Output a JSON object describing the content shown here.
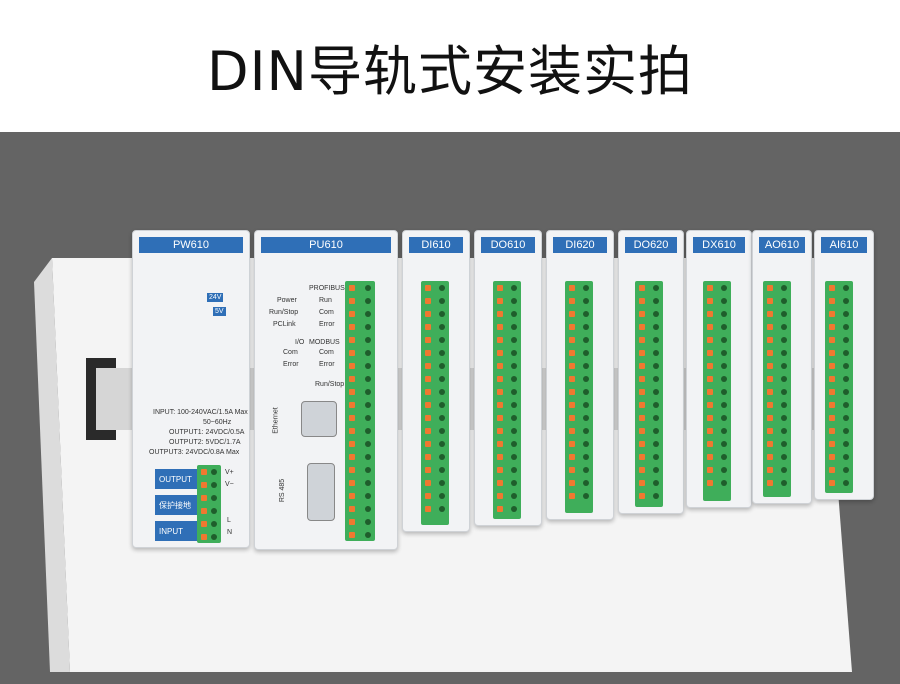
{
  "header": {
    "title": "DIN导轨式安装实拍"
  },
  "photo": {
    "background_color": "#646464",
    "modules": [
      {
        "label": "PW610"
      },
      {
        "label": "PU610"
      },
      {
        "label": "DI610"
      },
      {
        "label": "DO610"
      },
      {
        "label": "DI620"
      },
      {
        "label": "DO620"
      },
      {
        "label": "DX610"
      },
      {
        "label": "AO610"
      },
      {
        "label": "AI610"
      }
    ],
    "pw610": {
      "voltage_24": "24V",
      "voltage_5": "5V",
      "spec_line1": "INPUT: 100-240VAC/1.5A Max",
      "spec_line2": "50~60Hz",
      "spec_line3": "OUTPUT1: 24VDC/0.5A",
      "spec_line4": "OUTPUT2: 5VDC/1.7A",
      "spec_line5": "OUTPUT3: 24VDC/0.8A Max",
      "btn_output": "OUTPUT",
      "btn_protect": "保护接地",
      "btn_input": "INPUT",
      "term_vplus": "V+",
      "term_vminus": "V−",
      "term_l": "L",
      "term_n": "N"
    },
    "pu610": {
      "power": "Power",
      "runstop": "Run/Stop",
      "pclink": "PCLink",
      "profibus": "PROFIBUS",
      "run": "Run",
      "com": "Com",
      "error": "Error",
      "io": "I/O",
      "io_com": "Com",
      "io_error": "Error",
      "modbus": "MODBUS",
      "modbus_com": "Com",
      "modbus_error": "Error",
      "runstop_switch": "Run/Stop",
      "ethernet": "Ethernet",
      "rs485": "RS 485"
    }
  }
}
